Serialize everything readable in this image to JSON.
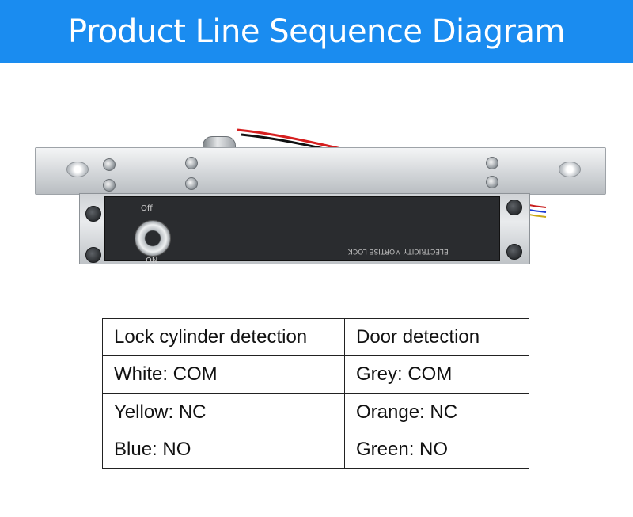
{
  "banner": {
    "title": "Product Line Sequence Diagram",
    "background": "#1a8cf0",
    "text_color": "#ffffff"
  },
  "product_image": {
    "icon": "electric-mortise-lock-image",
    "label_text": "ELECTRICITY MORTISE LOCK",
    "cylinder_labels": {
      "off": "Off",
      "on": "ON"
    }
  },
  "wiring_table": {
    "headers": [
      "Lock cylinder detection",
      "Door detection"
    ],
    "rows": [
      [
        "White: COM",
        "Grey: COM"
      ],
      [
        "Yellow: NC",
        "Orange: NC"
      ],
      [
        "Blue: NO",
        "Green: NO"
      ]
    ]
  }
}
